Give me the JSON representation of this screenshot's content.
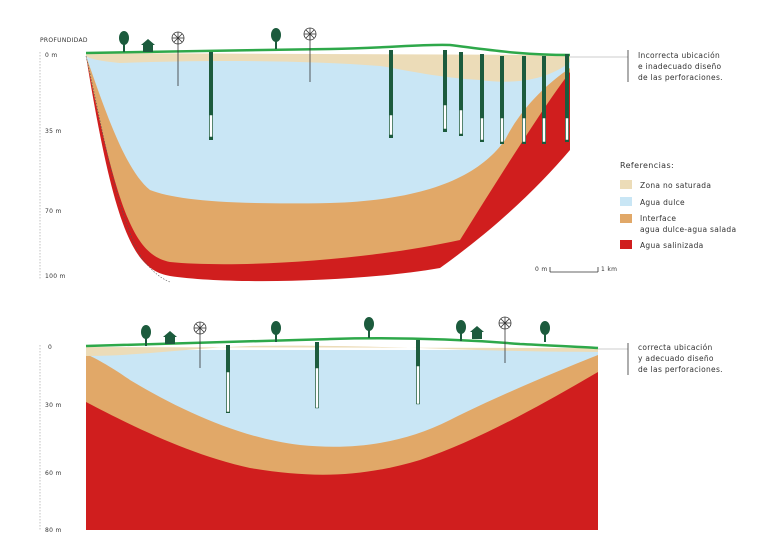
{
  "top_section": {
    "depth_title": "PROFUNDIDAD",
    "depth_ticks": [
      "0 m",
      "35 m",
      "70 m",
      "100 m"
    ],
    "note_lines": [
      "Incorrecta ubicación",
      "e inadecuado diseño",
      "de las perforaciones."
    ]
  },
  "bottom_section": {
    "depth_ticks": [
      "0",
      "30 m",
      "60 m",
      "80 m"
    ],
    "note_lines": [
      "correcta ubicación",
      "y adecuado diseño",
      "de las perforaciones."
    ]
  },
  "legend": {
    "title": "Referencias:",
    "items": [
      {
        "label_lines": [
          "Zona no saturada"
        ],
        "color": "#ecdcb8"
      },
      {
        "label_lines": [
          "Agua dulce"
        ],
        "color": "#c9e6f5"
      },
      {
        "label_lines": [
          "Interface",
          "agua dulce-agua salada"
        ],
        "color": "#e1a868"
      },
      {
        "label_lines": [
          "Agua salinizada"
        ],
        "color": "#d01e1e"
      }
    ]
  },
  "scale_bar": {
    "start_label": "0 m",
    "end_label": "1 km"
  },
  "colors": {
    "unsaturated": "#ecdcb8",
    "fresh_water": "#c9e6f5",
    "interface": "#e1a868",
    "saline": "#d01e1e",
    "ground_line": "#2ea84a",
    "well": "#1c5b3d",
    "tree": "#1c5b3d"
  },
  "icons": [
    "tree-icon",
    "house-icon",
    "windmill-icon",
    "well-icon"
  ]
}
